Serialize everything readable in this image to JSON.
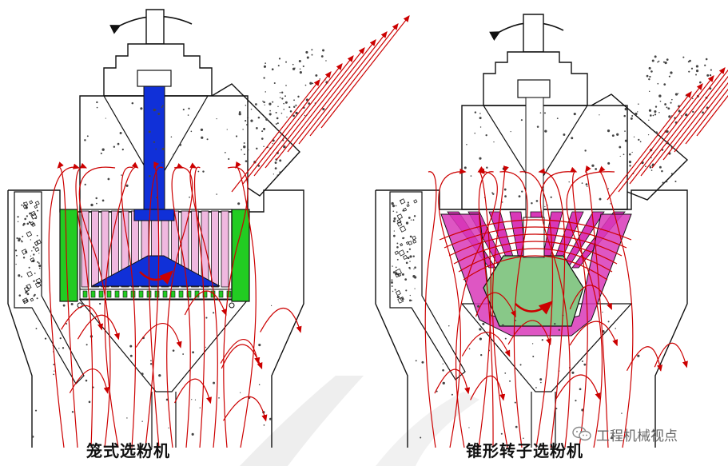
{
  "captions": {
    "left": "笼式选粉机",
    "right": "锥形转子选粉机"
  },
  "watermark": {
    "text": "工程机械视点",
    "icon": "wechat-icon"
  },
  "colors": {
    "airflow": "#cc0000",
    "shaft_left": "#1030d8",
    "cage_bars": "#f0b8e0",
    "guide_vanes": "#22cc22",
    "cone_rotor": "#d838b8",
    "cone_core": "#88c888",
    "powder_dots": "#444444",
    "outline": "#111111"
  }
}
